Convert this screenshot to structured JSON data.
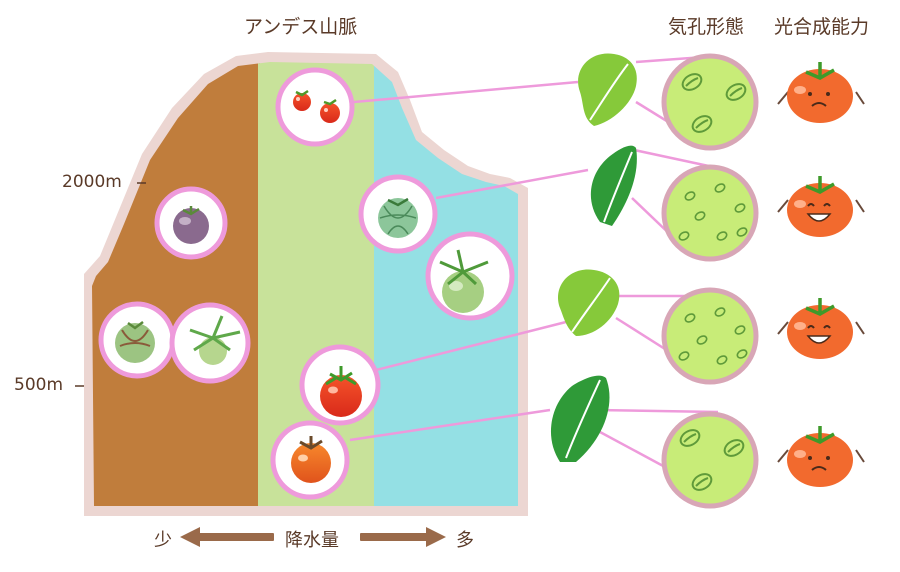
{
  "header": {
    "left_title": "アンデス山脈",
    "stoma_title": "気孔形態",
    "photo_title": "光合成能力"
  },
  "altitudes": {
    "upper": "2000m",
    "lower": "500m"
  },
  "rainfall": {
    "less": "少",
    "label": "降水量",
    "more": "多"
  },
  "colors": {
    "dry_zone": "#c07d3c",
    "mid_zone": "#c8e29a",
    "wet_zone": "#94e0e4",
    "mountain_border": "#ecd6d2",
    "circle_ring": "#ee9adb",
    "connector": "#ee9adb",
    "stoma_fill": "#c8ec78",
    "tomato": "#f26a2e",
    "arrow": "#9a6a4a"
  },
  "icons": {
    "fruit": "tomato-fruit-icon",
    "leaf": "leaf-icon",
    "stoma": "stoma-cell-icon",
    "mascot": "tomato-face-icon"
  }
}
